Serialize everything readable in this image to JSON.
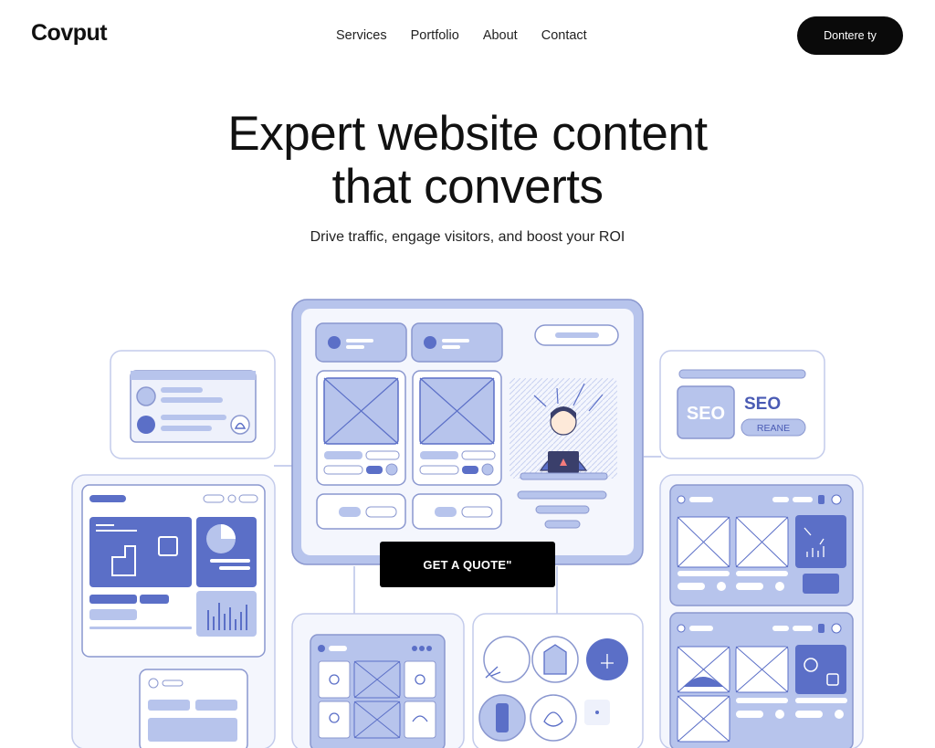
{
  "nav": {
    "logo": "Covput",
    "links": [
      "Services",
      "Portfolio",
      "About",
      "Contact"
    ],
    "cta": "Dontere ty"
  },
  "hero": {
    "title_line1": "Expert website content",
    "title_line2": "that converts",
    "subtitle": "Drive traffic, engage visitors, and boost your ROI"
  },
  "illustration": {
    "seo_badge": "SEO",
    "seo_heading": "SEO",
    "seo_pill": "REANE",
    "quote_button": "GET A QUOTE\""
  },
  "colors": {
    "accent": "#5b6fc7",
    "accent_light": "#b7c4ec",
    "panel": "#eef1fb",
    "outline": "#8a97cf",
    "button": "#000000"
  }
}
